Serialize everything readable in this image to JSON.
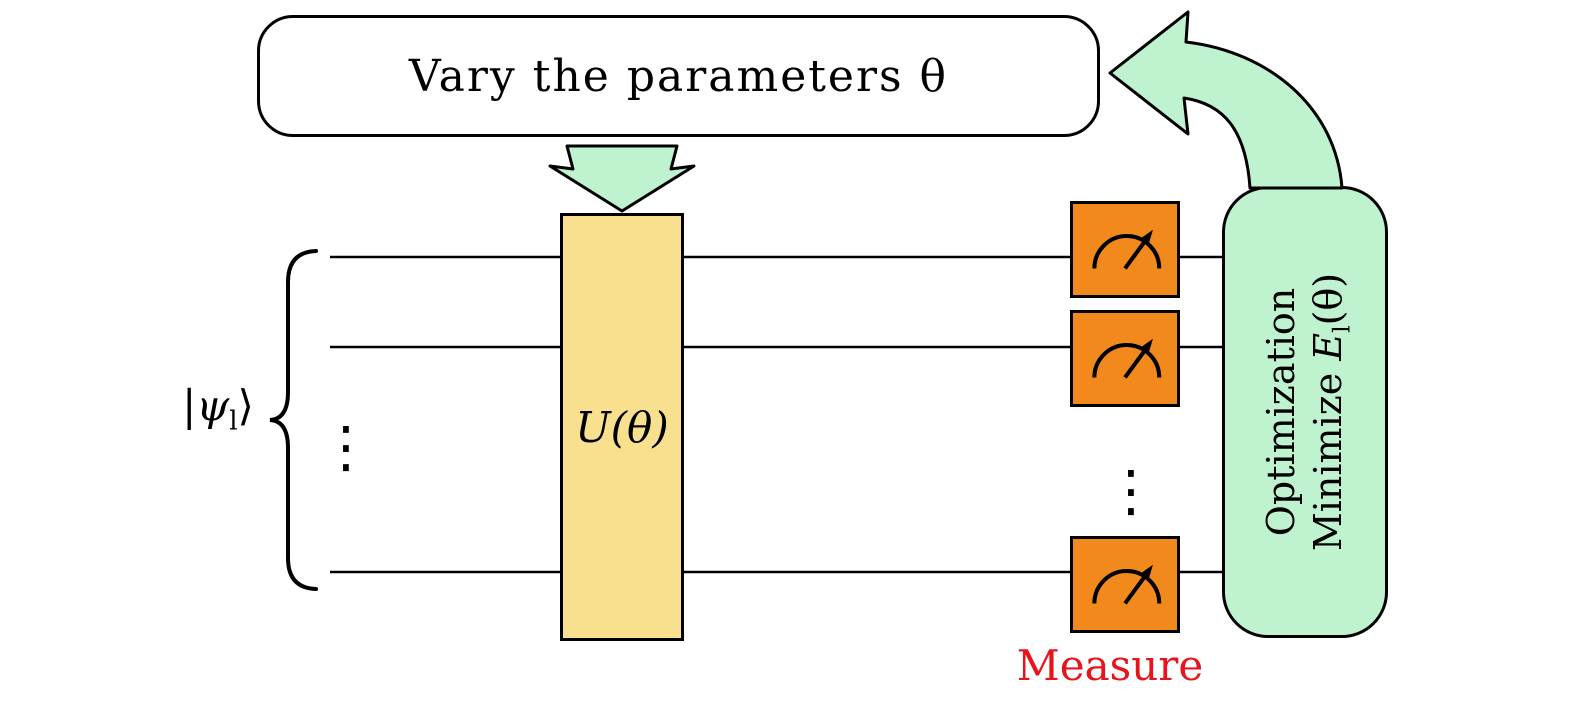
{
  "colors": {
    "arrow_green": "#bff3cf",
    "unitary_yellow": "#f8e08e",
    "measure_orange": "#f2891d",
    "measure_red": "#e8141c",
    "line_black": "#000000",
    "background": "#ffffff"
  },
  "feedback_box": {
    "label": "Vary the parameters θ"
  },
  "input_state": {
    "bar_psi": "|ψ",
    "subscript": "l",
    "ket_close": "⟩"
  },
  "ellipsis_left": "⋮",
  "ellipsis_measure": "⋮",
  "unitary_box": {
    "label": "U(θ)"
  },
  "measure": {
    "label": "Measure"
  },
  "optimization_box": {
    "line1": "Optimization",
    "line2_prefix": "Minimize ",
    "line2_var": "E",
    "line2_subscript": "l",
    "line2_suffix": "(θ)"
  }
}
